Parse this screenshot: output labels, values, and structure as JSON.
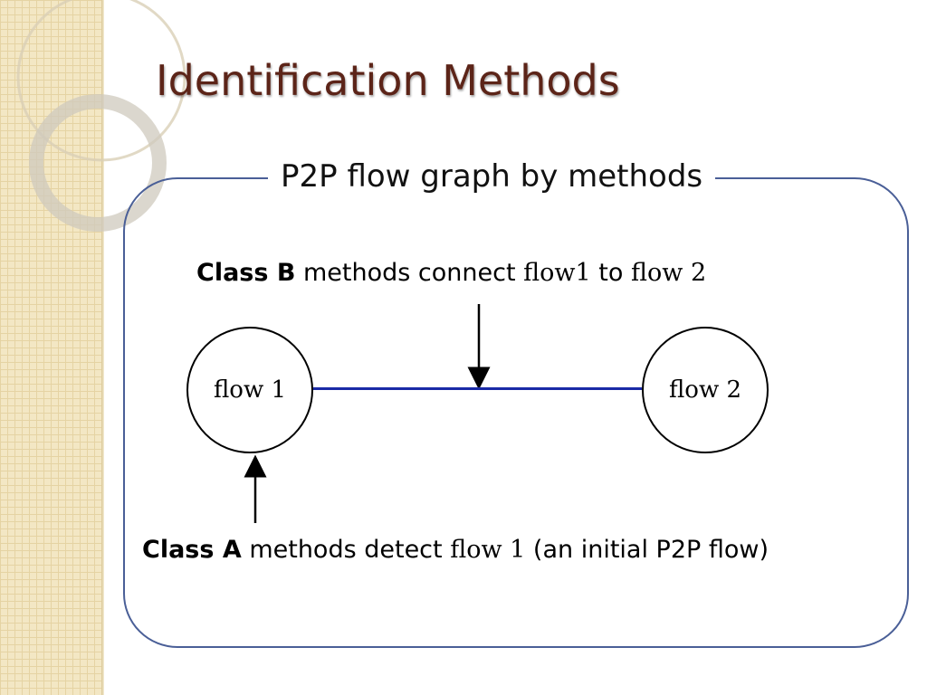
{
  "slide": {
    "title": "Identification Methods",
    "panel_title": "P2P flow graph by methods"
  },
  "diagram": {
    "class_b": {
      "bold": "Class B",
      "text": " methods connect ",
      "from": "flow1",
      "mid": " to ",
      "to": "flow 2"
    },
    "class_a": {
      "bold": "Class A",
      "text": " methods detect ",
      "target": "flow 1",
      "suffix": " (an initial P2P flow)"
    },
    "nodes": {
      "flow1": "flow 1",
      "flow2": "flow 2"
    },
    "colors": {
      "title": "#5c2418",
      "panel_border": "#4a5f97",
      "edge": "#1a2aa6"
    }
  }
}
